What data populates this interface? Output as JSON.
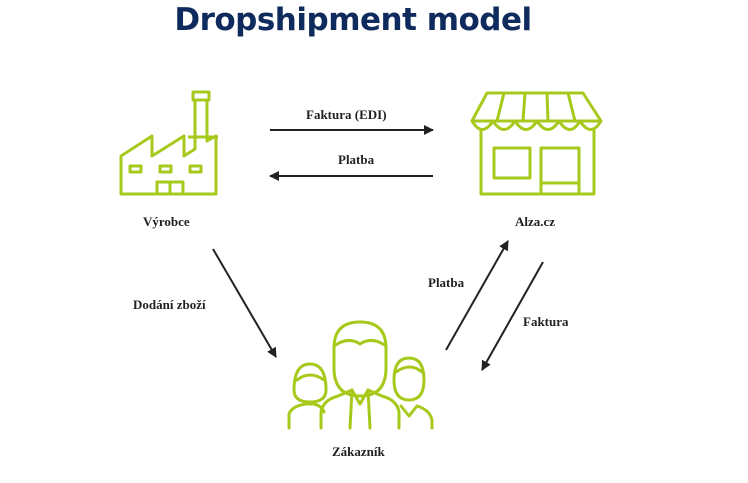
{
  "title": "Dropshipment model",
  "colors": {
    "icon": "#a6c91c",
    "title": "#0f2a5c",
    "arrow": "#222222"
  },
  "nodes": {
    "manufacturer": {
      "label": "Výrobce",
      "icon": "factory-icon"
    },
    "retailer": {
      "label": "Alza.cz",
      "icon": "shop-icon"
    },
    "customer": {
      "label": "Zákazník",
      "icon": "people-icon"
    }
  },
  "edges": {
    "invoice_edi": "Faktura (EDI)",
    "payment_to_manufacturer": "Platba",
    "delivery": "Dodání zboží",
    "payment_from_customer": "Platba",
    "invoice_to_customer": "Faktura"
  }
}
